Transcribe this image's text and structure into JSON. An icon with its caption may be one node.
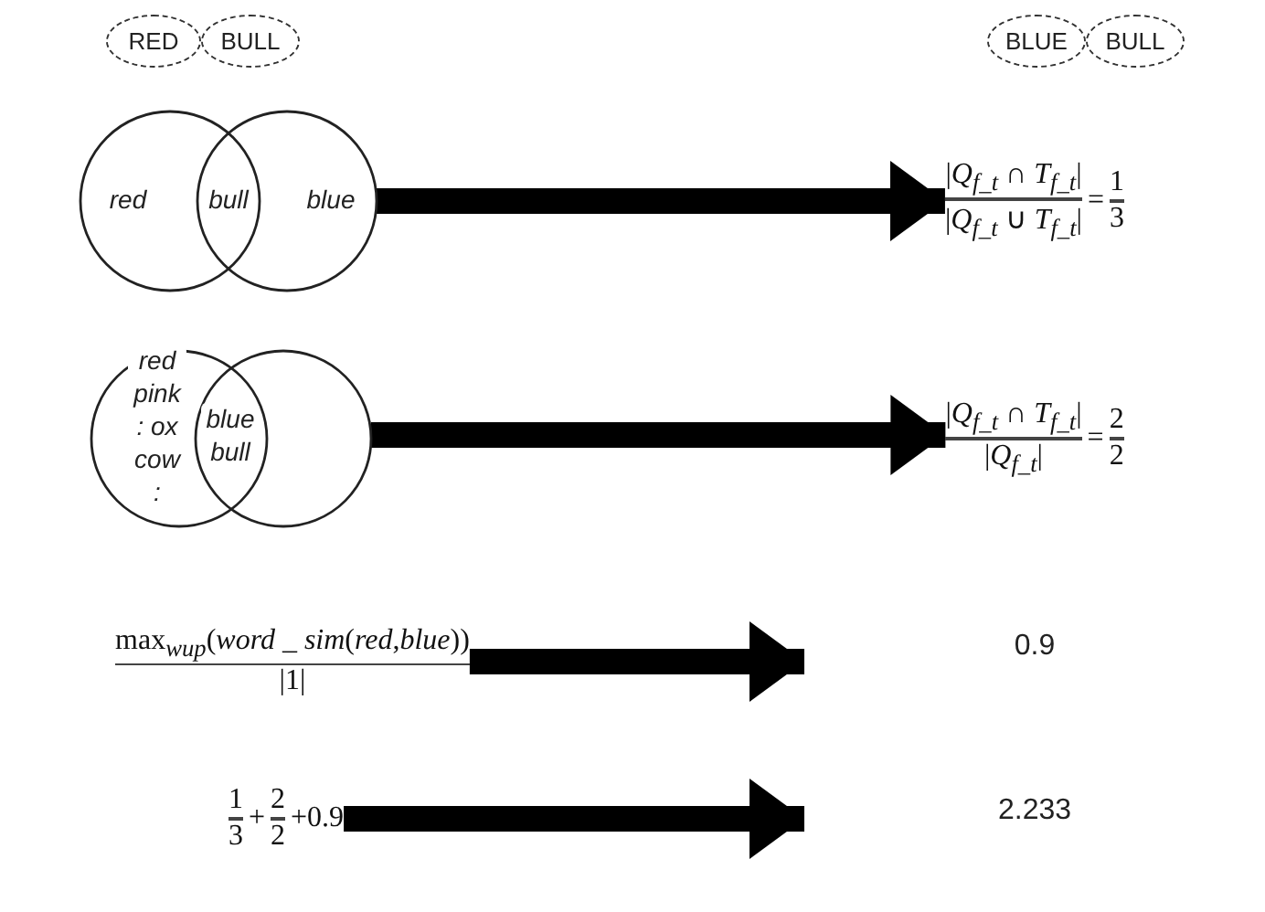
{
  "diagram": {
    "nodes": [
      {
        "text": [
          "RED"
        ]
      },
      {
        "text": [
          "BULL"
        ]
      },
      {
        "text": [
          "BLUE"
        ]
      },
      {
        "text": [
          "BULL"
        ]
      },
      {
        "text": [
          "red",
          "bull",
          "blue"
        ]
      },
      {
        "text": [
          "|*Q*$_{f_t}$ ∩ *T*$_{f_t}$|",
          "|*Q*$_{f_t}$ ∪ *T*$_{f_t}$|",
          "=",
          "1",
          "3"
        ]
      },
      {
        "text": [
          "red pink : ox cow :",
          "blue bull"
        ]
      },
      {
        "text": [
          "|*Q*$_{f_t}$ ∩ *T*$_{f_t}$|",
          "|*Q*$_{f_t}$|",
          "=",
          "2",
          "2"
        ]
      },
      {
        "text": [
          "max$_{wup}$(*word _ sim*(*red*,*blue*))",
          "|1|"
        ]
      },
      {
        "text": [
          "0.9"
        ]
      },
      {
        "text": [
          "1",
          "3",
          "+",
          "2",
          "2",
          "+0.9"
        ]
      },
      {
        "text": [
          "2.233"
        ]
      }
    ],
    "edges": [
      {
        "from": 4,
        "to": 5,
        "arrow": "to"
      },
      {
        "from": 6,
        "to": 7,
        "arrow": "to"
      },
      {
        "from": 8,
        "to": 9,
        "arrow": "to"
      },
      {
        "from": 10,
        "to": 11,
        "arrow": "to"
      }
    ]
  }
}
